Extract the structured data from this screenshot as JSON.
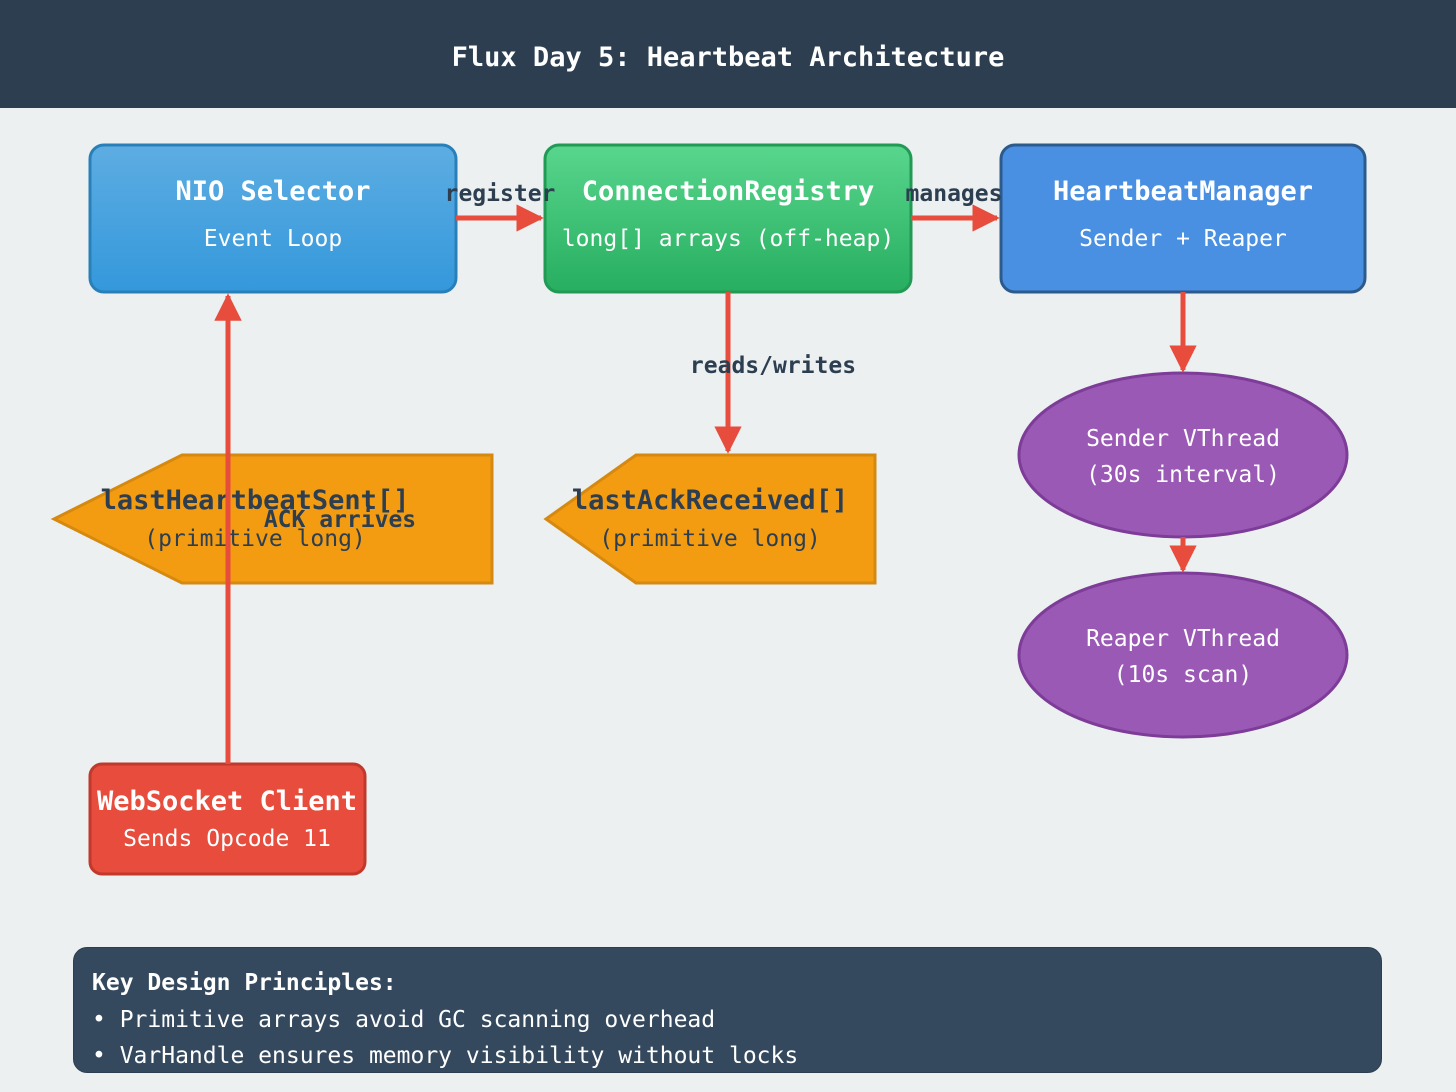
{
  "header": {
    "title": "Flux Day 5: Heartbeat Architecture"
  },
  "nodes": {
    "nio_selector": {
      "title": "NIO Selector",
      "subtitle": "Event Loop"
    },
    "connection_registry": {
      "title": "ConnectionRegistry",
      "subtitle": "long[] arrays (off-heap)"
    },
    "heartbeat_manager": {
      "title": "HeartbeatManager",
      "subtitle": "Sender + Reaper"
    },
    "last_heartbeat_sent": {
      "title": "lastHeartbeatSent[]",
      "subtitle": "(primitive long)"
    },
    "last_ack_received": {
      "title": "lastAckReceived[]",
      "subtitle": "(primitive long)"
    },
    "sender_vthread": {
      "title": "Sender VThread",
      "subtitle": "(30s interval)"
    },
    "reaper_vthread": {
      "title": "Reaper VThread",
      "subtitle": "(10s scan)"
    },
    "websocket_client": {
      "title": "WebSocket Client",
      "subtitle": "Sends Opcode 11"
    }
  },
  "edges": {
    "register": "register",
    "manages": "manages",
    "reads_writes": "reads/writes",
    "ack_arrives": "ACK arrives"
  },
  "notes": {
    "title": "Key Design Principles:",
    "items": [
      "• Primitive arrays avoid GC scanning overhead",
      "• VarHandle ensures memory visibility without locks"
    ]
  },
  "colors": {
    "header_bg": "#2c3e50",
    "background": "#ecf0f1",
    "blue": "#3498db",
    "green": "#2ecc71",
    "dark_blue": "#4a90e2",
    "orange": "#f39c12",
    "purple": "#9b59b6",
    "red": "#e74c3c",
    "notes_bg": "#34495e"
  }
}
